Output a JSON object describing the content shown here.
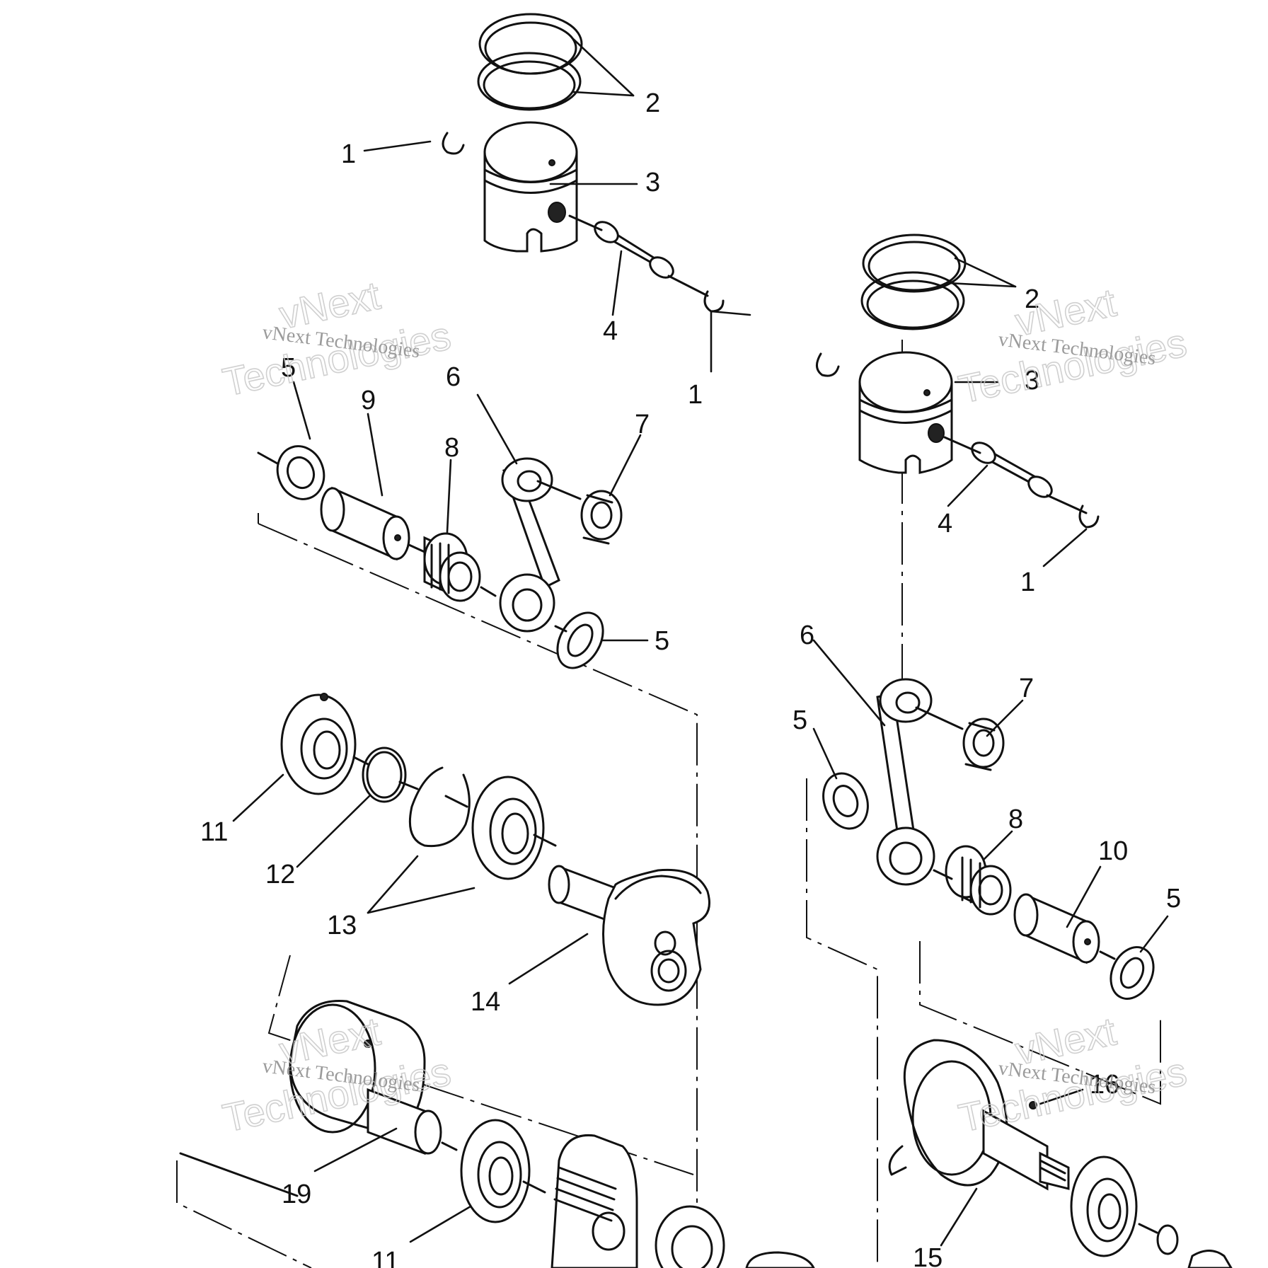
{
  "watermark": {
    "line1": "vNext",
    "line2": "Technologies",
    "caption": "vNext Technologies"
  },
  "callouts": [
    "1",
    "2",
    "3",
    "4",
    "5",
    "6",
    "7",
    "8",
    "9",
    "10",
    "11",
    "12",
    "13",
    "14",
    "15",
    "16",
    "19"
  ]
}
